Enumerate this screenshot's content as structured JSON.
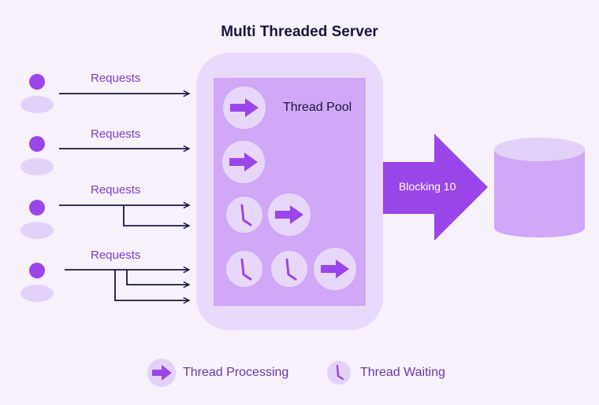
{
  "title": "Multi Threaded Server",
  "requests": [
    {
      "label": "Requests"
    },
    {
      "label": "Requests"
    },
    {
      "label": "Requests"
    },
    {
      "label": "Requests"
    }
  ],
  "thread_pool": {
    "label": "Thread Pool"
  },
  "database_arrow": {
    "label": "Blocking 10"
  },
  "legend": {
    "processing": {
      "label": "Thread Processing",
      "icon": "arrow-right-icon"
    },
    "waiting": {
      "label": "Thread Waiting",
      "icon": "clock-icon"
    }
  },
  "colors": {
    "background": "#f6f1fb",
    "accent": "#9b46e8",
    "user_head": "#9b46e8",
    "user_body": "#e3d2f8",
    "server_outer": "#e9dafb",
    "pool_inner": "#cfa8f8",
    "thread_circle": "#e7d8fb",
    "line": "#1a1440"
  }
}
